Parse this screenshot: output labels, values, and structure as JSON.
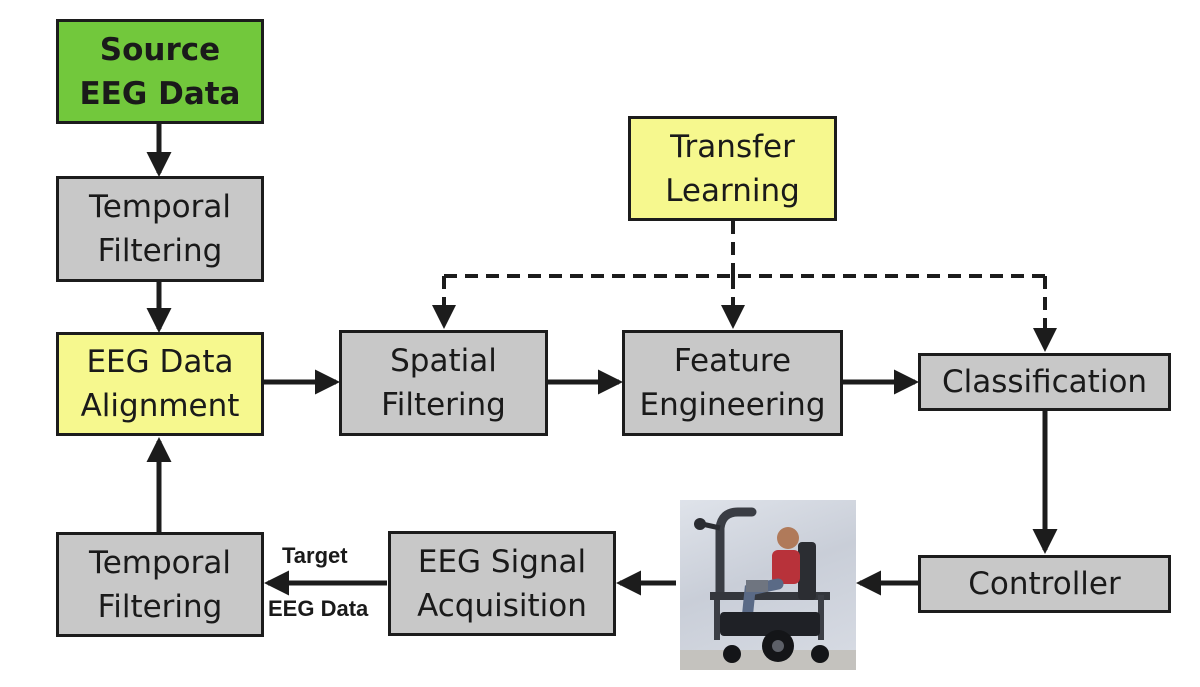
{
  "boxes": {
    "source_eeg": [
      "Source",
      "EEG Data"
    ],
    "temporal_filtering_top": [
      "Temporal",
      "Filtering"
    ],
    "eeg_alignment": [
      "EEG Data",
      "Alignment"
    ],
    "spatial_filtering": [
      "Spatial",
      "Filtering"
    ],
    "feature_engineering": [
      "Feature",
      "Engineering"
    ],
    "classification": [
      "Classification"
    ],
    "transfer_learning": [
      "Transfer",
      "Learning"
    ],
    "controller": [
      "Controller"
    ],
    "signal_acquisition": [
      "EEG Signal",
      "Acquisition"
    ],
    "temporal_filtering_bottom": [
      "Temporal",
      "Filtering"
    ]
  },
  "edge_label": [
    "Target",
    "EEG Data"
  ],
  "colors": {
    "source": "#72c83c",
    "highlight": "#f6f88e",
    "process": "#c8c8c8",
    "line": "#1c1c1c"
  },
  "photo_icon": "wheelchair-robot-arm-photo"
}
